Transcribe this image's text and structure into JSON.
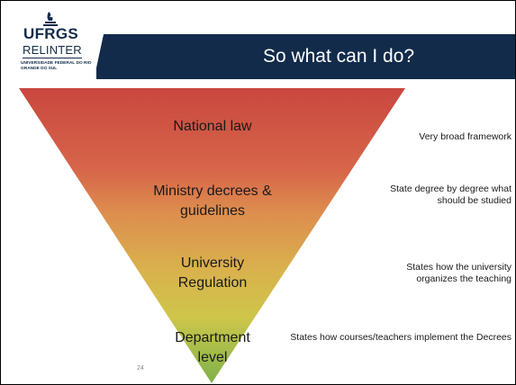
{
  "slide": {
    "title": "So what can I do?",
    "page_number": "24"
  },
  "logo": {
    "main": "UFRGS",
    "sub": "RELINTER",
    "small": "UNIVERSIDADE FEDERAL DO RIO GRANDE DO SUL"
  },
  "pyramid": {
    "levels": [
      {
        "label": "National law",
        "note": "Very broad framework",
        "color": "#d9534a"
      },
      {
        "label": "Ministry decrees & guidelines",
        "note": "State degree by degree what should be studied",
        "color": "#e08f4f"
      },
      {
        "label": "University Regulation",
        "note": "States how the university organizes the teaching",
        "color": "#d9c74a"
      },
      {
        "label": "Department level",
        "note": "States how courses/teachers implement the Decrees",
        "color": "#8fbf4f"
      }
    ]
  },
  "colors": {
    "title_bar": "#122b4a",
    "pyramid_top": "#c9473f",
    "pyramid_bottom": "#7fb24a"
  }
}
